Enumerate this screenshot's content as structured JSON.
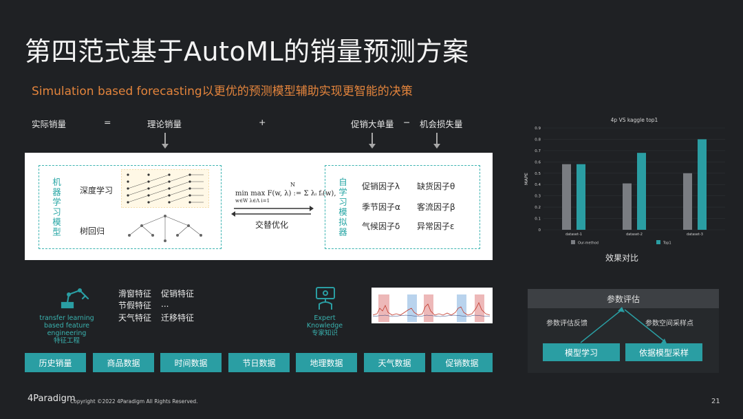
{
  "slide": {
    "title": "第四范式基于AutoML的销量预测方案",
    "subtitle": "Simulation based forecasting以更优的预测模型辅助实现更智能的决策",
    "page_number": "21"
  },
  "equation": {
    "actual_sales": "实际销量",
    "equals": "=",
    "theory_sales": "理论销量",
    "plus": "+",
    "promo_bulk": "促销大单量",
    "minus": "−",
    "lost_sales": "机会损失量"
  },
  "ml_model": {
    "label": "机器学习模型",
    "deep_learning": "深度学习",
    "tree_regression": "树回归"
  },
  "optimization": {
    "formula_line1": "min  max F(w, λ) :=  Σ λᵢ fᵢ(w),",
    "formula_sub": "w∈W  λ∈Λ                 i=1",
    "formula_top": "N",
    "alternate_label": "交替优化"
  },
  "simulator": {
    "label": "自学习模拟器",
    "factors": [
      "促销因子λ",
      "缺货因子θ",
      "季节因子α",
      "客流因子β",
      "气候因子δ",
      "异常因子ε"
    ]
  },
  "feature_engineering": {
    "label_en": "transfer learning based feature engineering",
    "label_cn": "特征工程",
    "features": [
      [
        "滑窗特征",
        "促销特征"
      ],
      [
        "节假特征",
        "..."
      ],
      [
        "天气特征",
        "迁移特征"
      ]
    ],
    "icon": "robot-arm-icon"
  },
  "expert": {
    "label_en": "Expert Knowledge",
    "label_cn": "专家知识",
    "icon": "presenter-icon"
  },
  "data_sources": [
    "历史销量",
    "商品数据",
    "时间数据",
    "节日数据",
    "地理数据",
    "天气数据",
    "促销数据"
  ],
  "evaluation": {
    "header": "参数评估",
    "left_label": "参数评估反馈",
    "right_label": "参数空间采样点",
    "model_learning": "模型学习",
    "sampling": "依据模型采样"
  },
  "chart_caption": "效果对比",
  "chart_data": {
    "type": "bar",
    "title": "4p VS kaggle top1",
    "ylabel": "MAPE",
    "ylim": [
      0,
      0.9
    ],
    "yticks": [
      "0",
      "0.1",
      "0.2",
      "0.3",
      "0.4",
      "0.5",
      "0.6",
      "0.7",
      "0.8",
      "0.9"
    ],
    "categories": [
      "dataset-1",
      "dataset-2",
      "dataset-3"
    ],
    "series": [
      {
        "name": "Our-method",
        "color": "#7a7d82",
        "values": [
          0.58,
          0.41,
          0.5
        ]
      },
      {
        "name": "Top1",
        "color": "#2a9ea3",
        "values": [
          0.58,
          0.68,
          0.8
        ]
      }
    ]
  },
  "footer": {
    "logo": "4Paradigm",
    "copyright": "Copyright ©2022 4Paradigm All Rights Reserved."
  },
  "colors": {
    "background": "#1f2124",
    "accent_orange": "#e3843c",
    "teal": "#2a9ea3"
  }
}
